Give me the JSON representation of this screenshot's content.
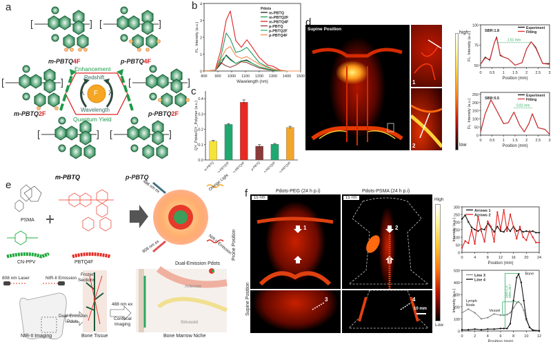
{
  "panels": {
    "a": {
      "letter": "a",
      "molecules": [
        {
          "prefix": "m-",
          "name": "PBTQ",
          "suffix": "4F"
        },
        {
          "prefix": "p-",
          "name": "PBTQ",
          "suffix": "4F"
        },
        {
          "prefix": "m-",
          "name": "PBTQ",
          "suffix": "2F"
        },
        {
          "prefix": "p-",
          "name": "PBTQ",
          "suffix": "2F"
        },
        {
          "prefix": "m-",
          "name": "PBTQ",
          "suffix": ""
        },
        {
          "prefix": "p-",
          "name": "PBTQ",
          "suffix": ""
        }
      ],
      "center": {
        "top": "Enhancement",
        "bottom": "Quantum Yield",
        "inner_top": "Redshift",
        "inner_bottom": "Wavelength",
        "atom": "F",
        "lambda": "λ"
      }
    },
    "b": {
      "letter": "b"
    },
    "c": {
      "letter": "c"
    },
    "d": {
      "letter": "d",
      "image_label": "Supine Position",
      "inset_labels": [
        "1",
        "2"
      ],
      "colorbar": {
        "high": "high",
        "low": "low"
      },
      "sbr_top": "SBR:1.8",
      "sbr_bottom": "SBR:5.5",
      "dist_top": "1.51 mm",
      "dist_bottom": "0.81 mm"
    },
    "e": {
      "letter": "e",
      "labels": {
        "psma": "PSMA",
        "cnppv": "CN-PPV",
        "pbtq4f": "PBTQ4F",
        "ex488": "488 nm ex",
        "ex808": "808 nm ex",
        "orange": "Orange Light",
        "nir": "NIR-II Emission",
        "legend": "Dual-Emission Pdots",
        "laser": "808 nm Laser",
        "nir_emission": "NIR-II Emission",
        "dual": "Dual-Emission",
        "pdots": "Pdots",
        "frozen": "Frozen",
        "sections": "Sections",
        "ex488b": "488 nm ex",
        "confocal": "Confocal",
        "imaging": "Imaging",
        "arteriole": "Arteriole",
        "sinusoid": "Sinusoid",
        "cap1": "NIR-II Imaging",
        "cap2": "Bone Tissue",
        "cap3": "Bone Marrow Niche"
      }
    },
    "f": {
      "letter": "f",
      "title_left": "Pdots-PEG (24 h p.i)",
      "title_right": "Pdots-PSMA (24 h p.i)",
      "scale_left": "15 nm",
      "scale_right": "15 nm",
      "row_prone": "Prone Position",
      "row_supine": "Supine Position",
      "arrow1": "1",
      "arrow2": "2",
      "line3": "3",
      "line4": "4",
      "scalebar": "10 mm",
      "colorbar": {
        "high": "High",
        "low": "Low"
      },
      "bone": "Bone",
      "lymph1": "Lymph",
      "lymph2": "Node",
      "vessel": "Vessel",
      "sbr1": "SBR=1.8",
      "sbr2": "SBR=36.7"
    }
  },
  "chart_data": [
    {
      "id": "b",
      "type": "line",
      "title": "",
      "xlabel": "Wavelength (nm)",
      "ylabel": "FL. Intensity (a.u.)",
      "xlim": [
        800,
        1500
      ],
      "ylim": [
        0,
        4
      ],
      "xticks": [
        800,
        900,
        1000,
        1100,
        1200,
        1300,
        1400,
        1500
      ],
      "yticks": [
        0,
        1,
        2,
        3,
        4
      ],
      "legend_title": "Pdots",
      "x": [
        800,
        880,
        920,
        960,
        990,
        1030,
        1070,
        1110,
        1150,
        1200,
        1260,
        1300,
        1350,
        1400,
        1500
      ],
      "series": [
        {
          "name": "m-PBTQ",
          "color": "#222222",
          "values": [
            0,
            0.02,
            0.4,
            0.95,
            0.7,
            0.45,
            0.6,
            0.65,
            0.45,
            0.25,
            0.12,
            0.06,
            0.01,
            0,
            0
          ]
        },
        {
          "name": "m-PBTQ2F",
          "color": "#1f9a5c",
          "values": [
            0,
            0.03,
            0.8,
            2.25,
            1.9,
            1.1,
            1.2,
            1.4,
            1.0,
            0.5,
            0.25,
            0.12,
            0.03,
            0,
            0
          ]
        },
        {
          "name": "m-PBTQ4F",
          "color": "#e02020",
          "values": [
            0,
            0.04,
            1.2,
            3.0,
            3.55,
            1.8,
            1.4,
            1.85,
            1.4,
            0.8,
            0.35,
            0.28,
            0.05,
            0,
            0
          ]
        },
        {
          "name": "p-PBTQ",
          "color": "#8b3a3a",
          "values": [
            0,
            0.05,
            0.5,
            0.3,
            0.22,
            0.35,
            0.55,
            0.5,
            0.35,
            0.18,
            0.08,
            0.04,
            0.01,
            0,
            0
          ]
        },
        {
          "name": "p-PBTQ2F",
          "color": "#2fb36a",
          "values": [
            0,
            0.02,
            0.6,
            0.9,
            0.65,
            0.45,
            0.6,
            0.6,
            0.45,
            0.25,
            0.1,
            0.05,
            0.01,
            0,
            0
          ]
        },
        {
          "name": "p-PBTQ4F",
          "color": "#f08a50",
          "values": [
            0,
            0.03,
            0.7,
            1.3,
            1.45,
            0.9,
            0.75,
            0.85,
            0.65,
            0.4,
            0.2,
            0.12,
            0.02,
            0,
            0
          ]
        }
      ]
    },
    {
      "id": "c",
      "type": "bar",
      "title": "",
      "xlabel": "",
      "ylabel": "QY_Pdots/QY_Polymer (a.u.)",
      "ylim": [
        0,
        0.45
      ],
      "yticks": [
        0.0,
        0.1,
        0.2,
        0.3,
        0.4
      ],
      "categories": [
        "m-PBTQ",
        "m-PBTQ2F",
        "m-PBTQ4F",
        "p-PBTQ",
        "p-PBTQ2F",
        "p-PBTQ4F"
      ],
      "values": [
        0.123,
        0.232,
        0.377,
        0.09,
        0.103,
        0.212
      ],
      "errors": [
        0.005,
        0.005,
        0.015,
        0.01,
        0.005,
        0.008
      ],
      "colors": [
        "#f5e23a",
        "#1fa870",
        "#e52b24",
        "#8b3a3a",
        "#1fa870",
        "#f2a62c"
      ]
    },
    {
      "id": "d-top",
      "type": "line",
      "xlabel": "Position (mm)",
      "ylabel": "FL. Intensity (a.u.)",
      "xlim": [
        0,
        3
      ],
      "ylim": [
        47,
        100
      ],
      "xticks": [
        0.0,
        0.5,
        1.0,
        1.5,
        2.0,
        2.5,
        3.0
      ],
      "yticks": [
        50,
        75,
        100
      ],
      "annotation": "SBR:1.8",
      "x": [
        0,
        0.2,
        0.4,
        0.6,
        0.7,
        0.85,
        1.0,
        1.2,
        1.5,
        1.8,
        2.0,
        2.2,
        2.4,
        2.7,
        3.0
      ],
      "series": [
        {
          "name": "Experiment",
          "color": "#111111",
          "values": [
            51,
            60,
            56,
            78,
            85,
            62,
            60,
            58,
            50,
            53,
            70,
            79,
            72,
            52,
            52
          ]
        },
        {
          "name": "Fitting",
          "color": "#e03030",
          "values": [
            51,
            59,
            57,
            78,
            84,
            63,
            60,
            58,
            50,
            53,
            70,
            79,
            71,
            52,
            51
          ]
        }
      ]
    },
    {
      "id": "d-bottom",
      "type": "line",
      "xlabel": "Position (mm)",
      "ylabel": "FL. Intensity (a.u.)",
      "xlim": [
        0,
        3
      ],
      "ylim": [
        0,
        260
      ],
      "xticks": [
        0.0,
        0.5,
        1.0,
        1.5,
        2.0,
        2.5,
        3.0
      ],
      "yticks": [
        0,
        50,
        100,
        150,
        200,
        250
      ],
      "annotation": "SBR:5.5",
      "x": [
        0,
        0.2,
        0.45,
        0.7,
        1.0,
        1.2,
        1.45,
        1.7,
        1.9,
        2.1,
        2.25,
        2.5,
        2.8,
        3.0
      ],
      "series": [
        {
          "name": "Experiment",
          "color": "#111111",
          "values": [
            20,
            130,
            215,
            150,
            70,
            75,
            140,
            60,
            20,
            70,
            130,
            45,
            35,
            5
          ]
        },
        {
          "name": "Fitting",
          "color": "#e03030",
          "values": [
            20,
            130,
            215,
            150,
            70,
            75,
            140,
            60,
            20,
            70,
            130,
            45,
            35,
            5
          ]
        }
      ]
    },
    {
      "id": "f-top",
      "type": "line",
      "xlabel": "Position (mm)",
      "ylabel": "Intensity (a.u.)",
      "xlim": [
        0,
        24
      ],
      "ylim": [
        0,
        300
      ],
      "xticks": [
        0,
        4,
        8,
        12,
        16,
        20,
        24
      ],
      "yticks": [
        0,
        50,
        100,
        150,
        200,
        250,
        300
      ],
      "x": [
        0,
        1,
        2,
        3,
        4,
        5,
        6,
        7,
        8,
        9,
        10,
        11,
        12,
        13,
        14,
        15,
        16,
        17,
        18,
        19,
        20,
        21,
        22,
        23,
        24
      ],
      "series": [
        {
          "name": "Arrows 1",
          "color": "#111111",
          "values": [
            220,
            245,
            200,
            165,
            150,
            140,
            155,
            150,
            190,
            165,
            135,
            170,
            140,
            135,
            165,
            140,
            170,
            140,
            150,
            135,
            140,
            135,
            140,
            130,
            130
          ]
        },
        {
          "name": "Arrows 2",
          "color": "#e02020",
          "values": [
            30,
            75,
            60,
            150,
            55,
            235,
            140,
            70,
            205,
            170,
            70,
            265,
            150,
            280,
            140,
            250,
            170,
            90,
            170,
            100,
            80,
            140,
            100,
            65,
            65
          ]
        }
      ]
    },
    {
      "id": "f-bottom",
      "type": "line",
      "xlabel": "Position (mm)",
      "ylabel": "Intensity (a.u.)",
      "xlim": [
        0,
        12
      ],
      "ylim": [
        0,
        500
      ],
      "xticks": [
        0,
        2,
        4,
        6,
        8,
        10,
        12
      ],
      "yticks": [
        0,
        100,
        200,
        300,
        400,
        500
      ],
      "annotations": [
        "Lymph Node",
        "Vessel",
        "Bone",
        "SBR=1.8",
        "SBR=36.7"
      ],
      "x": [
        0,
        1,
        2,
        3,
        4,
        5,
        6,
        6.5,
        7,
        7.5,
        8,
        8.5,
        8.8,
        9.2,
        9.6,
        10,
        10.5,
        11,
        12
      ],
      "series": [
        {
          "name": "Line 3",
          "color": "#888888",
          "values": [
            150,
            180,
            150,
            100,
            110,
            140,
            130,
            130,
            135,
            150,
            190,
            230,
            240,
            220,
            170,
            90,
            30,
            10,
            5
          ]
        },
        {
          "name": "Line 4",
          "color": "#111111",
          "values": [
            10,
            10,
            15,
            10,
            15,
            15,
            20,
            20,
            20,
            60,
            250,
            440,
            470,
            400,
            250,
            100,
            30,
            5,
            0
          ]
        }
      ]
    }
  ]
}
